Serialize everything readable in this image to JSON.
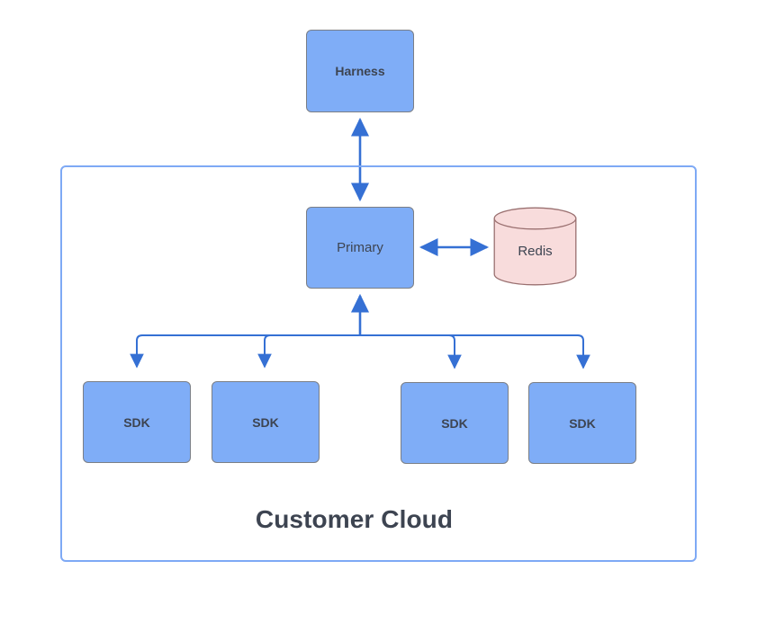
{
  "diagram": {
    "title": "Customer Cloud",
    "colors": {
      "node_fill": "#7fadf7",
      "node_stroke": "#7b7f86",
      "datastore_fill": "#f8dcdc",
      "datastore_stroke": "#9a7070",
      "connector": "#3570d4",
      "container_border": "#7ea9f5",
      "text": "#3d4451"
    },
    "nodes": [
      {
        "id": "harness",
        "label": "Harness",
        "shape": "rectangle",
        "weight": "bold"
      },
      {
        "id": "primary",
        "label": "Primary",
        "shape": "rectangle",
        "weight": "normal"
      },
      {
        "id": "redis",
        "label": "Redis",
        "shape": "cylinder",
        "weight": "normal"
      },
      {
        "id": "sdk1",
        "label": "SDK",
        "shape": "rectangle",
        "weight": "bold"
      },
      {
        "id": "sdk2",
        "label": "SDK",
        "shape": "rectangle",
        "weight": "bold"
      },
      {
        "id": "sdk3",
        "label": "SDK",
        "shape": "rectangle",
        "weight": "bold"
      },
      {
        "id": "sdk4",
        "label": "SDK",
        "shape": "rectangle",
        "weight": "bold"
      }
    ],
    "container": {
      "label": "Customer Cloud",
      "contains": [
        "primary",
        "redis",
        "sdk1",
        "sdk2",
        "sdk3",
        "sdk4"
      ]
    },
    "edges": [
      {
        "from": "harness",
        "to": "primary",
        "arrows": "both",
        "label": ""
      },
      {
        "from": "primary",
        "to": "redis",
        "arrows": "both",
        "label": ""
      },
      {
        "from": "sdk1",
        "to": "primary",
        "arrows": "both",
        "label": ""
      },
      {
        "from": "sdk2",
        "to": "primary",
        "arrows": "both",
        "label": ""
      },
      {
        "from": "sdk3",
        "to": "primary",
        "arrows": "both",
        "label": ""
      },
      {
        "from": "sdk4",
        "to": "primary",
        "arrows": "both",
        "label": ""
      }
    ]
  }
}
